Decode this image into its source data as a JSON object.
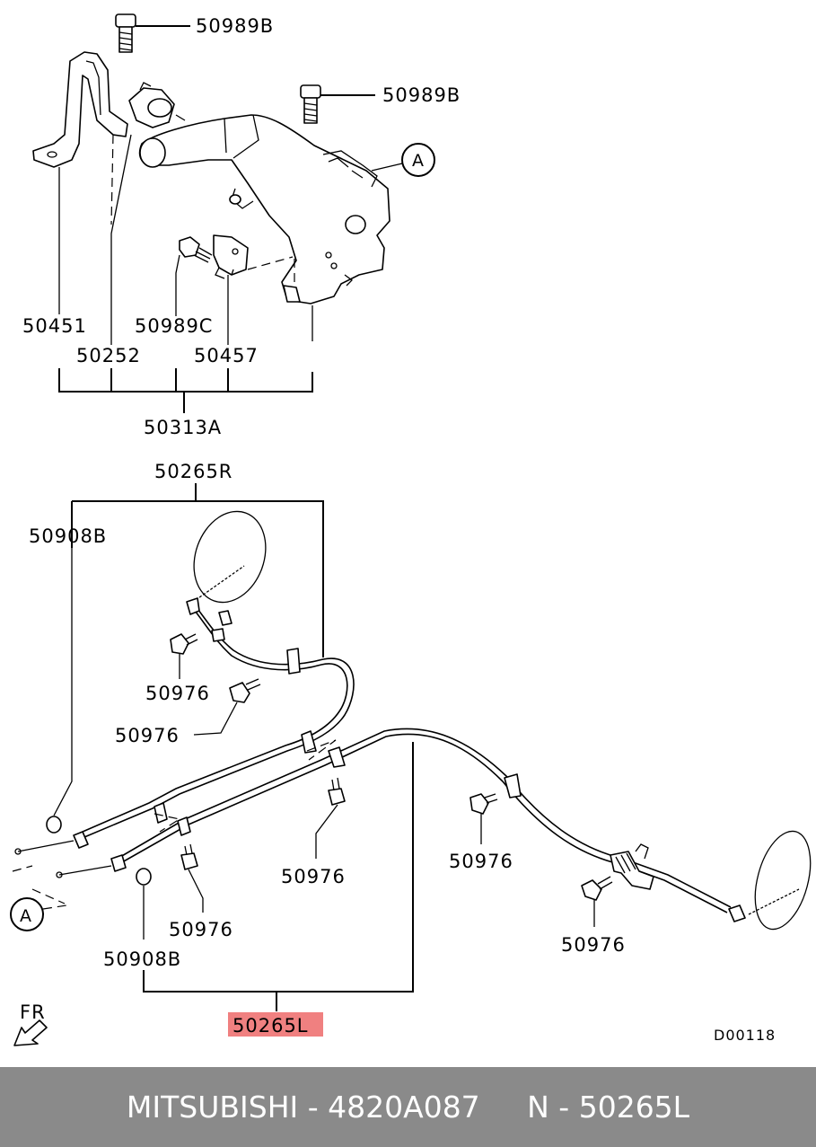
{
  "labels": {
    "p50989B_top": "50989B",
    "p50989B_mid": "50989B",
    "callout_A_top": "A",
    "p50451": "50451",
    "p50989C": "50989C",
    "p50252": "50252",
    "p50457": "50457",
    "p50313A": "50313A",
    "p50265R": "50265R",
    "p50908B_top": "50908B",
    "p50976_a": "50976",
    "p50976_b": "50976",
    "p50976_c": "50976",
    "p50976_d": "50976",
    "p50976_e": "50976",
    "p50976_f": "50976",
    "callout_A_bottom": "A",
    "p50908B_bottom": "50908B",
    "p50265L": "50265L",
    "fr": "FR",
    "drawing_code": "D00118"
  },
  "colors": {
    "highlight": "#f08080",
    "footer_bg": "#8a8a8a",
    "footer_text": "#ffffff"
  },
  "footer": {
    "brand": "MITSUBISHI",
    "part_number": "4820A087",
    "ref_prefix": "N",
    "ref": "50265L",
    "text": "MITSUBISHI - 4820A087     N - 50265L"
  }
}
